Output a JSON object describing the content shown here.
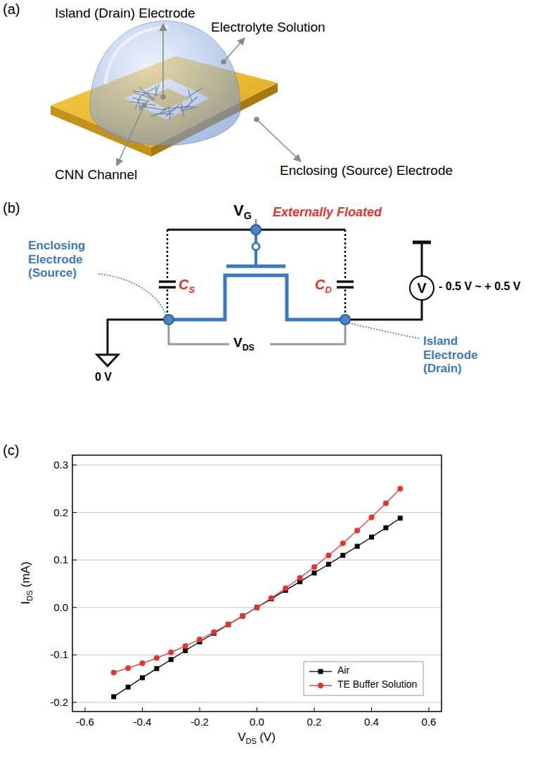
{
  "diagram": {
    "nodes": [
      {
        "text": [
          "V"
        ]
      }
    ],
    "labels": [
      "(a)",
      "Island (Drain) Electrode",
      "Electrolyte Solution",
      "CNN Channel",
      "Enclosing (Source) Electrode",
      "(b)",
      "V",
      "G",
      "Externally Floated",
      "Enclosing Electrode (Source)",
      "C",
      "S",
      "C",
      "D",
      "- 0.5 V ~ + 0.5 V",
      "Island Electrode (Drain)",
      "0 V",
      "V",
      "DS",
      "(c)",
      "0.3",
      "0.2",
      "0.1",
      "0.0",
      "-0.1",
      "-0.2",
      "-0.6",
      "-0.4",
      "-0.2",
      "0.0",
      "0.2",
      "0.4",
      "0.6",
      "V",
      "DS",
      "(V)",
      "I",
      "DS",
      "(mA)"
    ],
    "legend": [
      {
        "text": "Air"
      },
      {
        "text": "TE Buffer Solution"
      }
    ]
  }
}
